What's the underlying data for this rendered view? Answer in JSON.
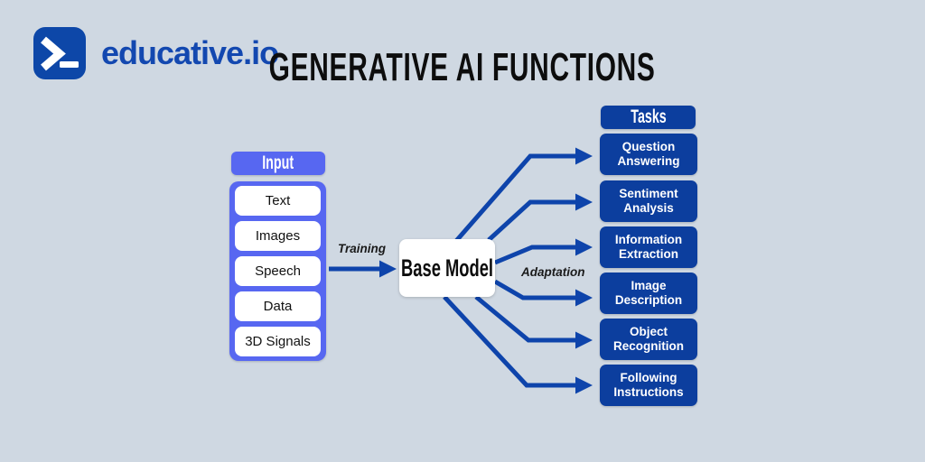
{
  "page": {
    "background_color": "#cfd8e2"
  },
  "brand": {
    "text": "educative.io",
    "logo_icon": "terminal-prompt-icon",
    "logo_color": "#0d47a8",
    "text_color": "#1348b0"
  },
  "title": "GENERATIVE AI FUNCTIONS",
  "diagram": {
    "input": {
      "header": "Input",
      "items": [
        "Text",
        "Images",
        "Speech",
        "Data",
        "3D Signals"
      ],
      "accent_color": "#5767f1"
    },
    "training_label": "Training",
    "base_model": {
      "label": "Base Model"
    },
    "adaptation_label": "Adaptation",
    "tasks": {
      "header": "Tasks",
      "items": [
        "Question Answering",
        "Sentiment Analysis",
        "Information Extraction",
        "Image Description",
        "Object Recognition",
        "Following Instructions"
      ],
      "box_color": "#0c3e9e"
    },
    "arrow_color": "#0e44ab"
  }
}
